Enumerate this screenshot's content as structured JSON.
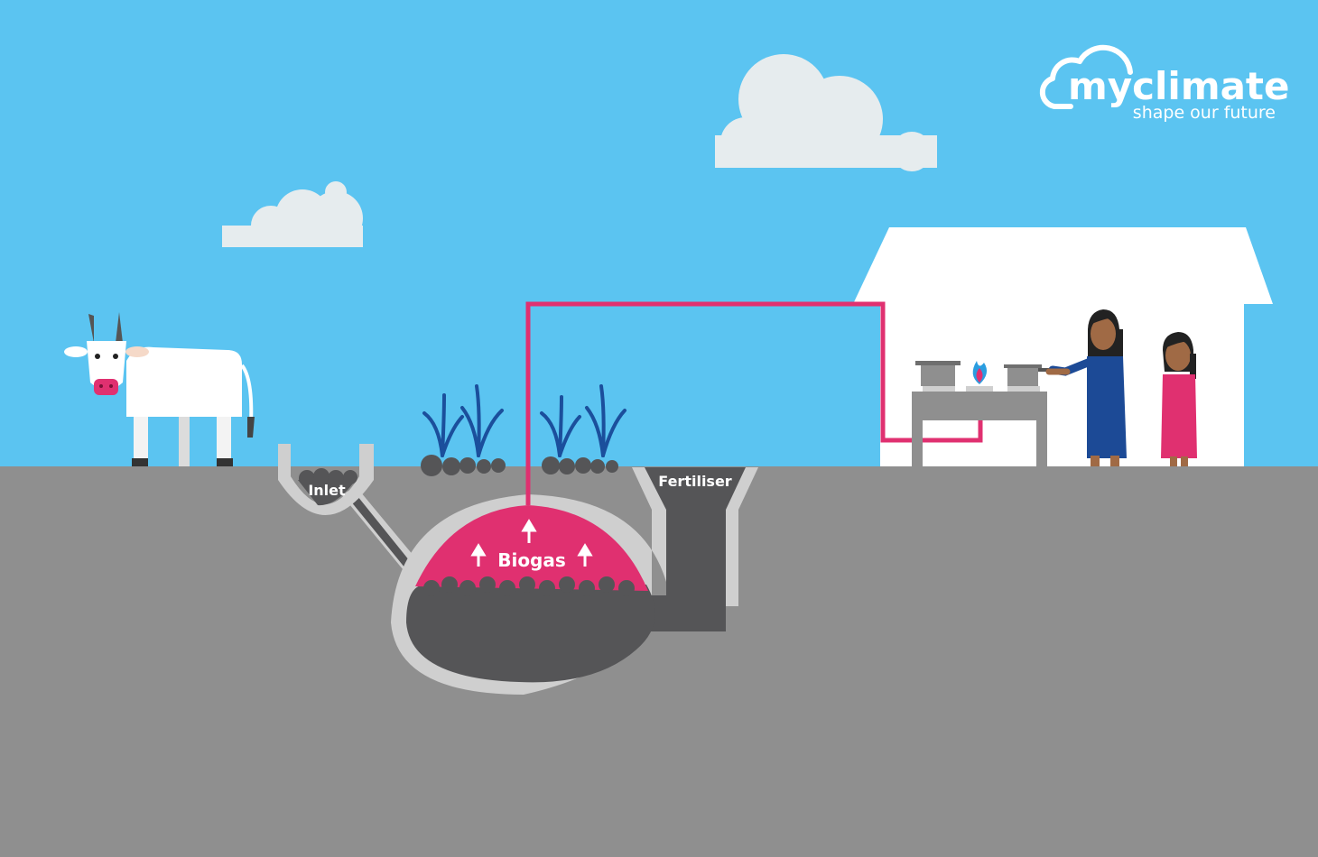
{
  "logo": {
    "name": "myclimate",
    "tagline": "shape our future"
  },
  "labels": {
    "inlet": "Inlet",
    "biogas": "Biogas",
    "fertiliser": "Fertiliser"
  },
  "icons": [
    "cloud-icon",
    "cow-icon",
    "plant-icon",
    "house-icon",
    "stove-icon",
    "flame-icon",
    "pot-icon",
    "woman-icon",
    "girl-icon",
    "arrow-up-icon"
  ],
  "colors": {
    "sky": "#5bc4f1",
    "ground": "#8f8f8f",
    "pipe": "#e03070",
    "biogas": "#e03070",
    "slurry": "#555557",
    "tank_wall": "#cfcfcf",
    "plants": "#1b4f9c",
    "woman_dress": "#1c4a96",
    "girl_dress": "#e03070"
  }
}
